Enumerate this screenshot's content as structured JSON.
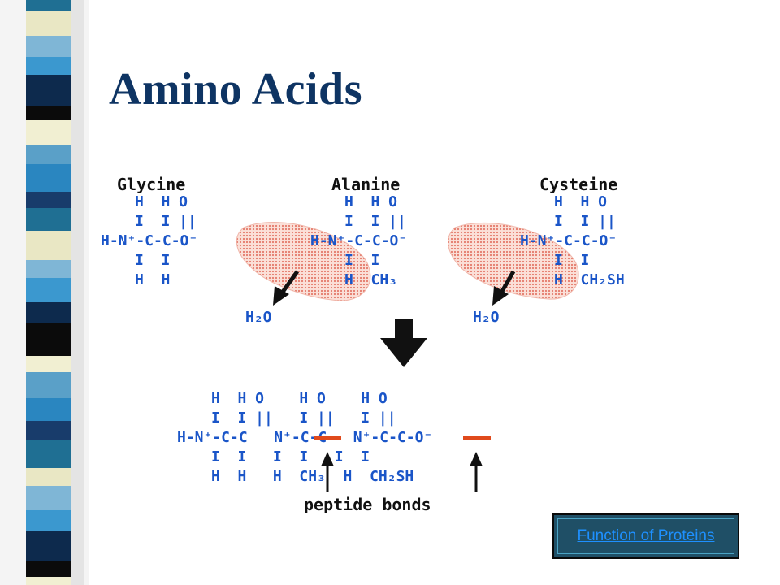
{
  "title": "Amino Acids",
  "reactants": [
    {
      "name": "Glycine",
      "rows": [
        "H  H O",
        "I  I ||",
        "H-N⁺-C-C-O⁻",
        "I  I",
        "H  H"
      ]
    },
    {
      "name": "Alanine",
      "rows": [
        "H  H O",
        "I  I ||",
        "H-N⁺-C-C-O⁻",
        "I  I",
        "H  CH₃"
      ]
    },
    {
      "name": "Cysteine",
      "rows": [
        "H  H O",
        "I  I ||",
        "H-N⁺-C-C-O⁻",
        "I  I",
        "H  CH₂SH"
      ]
    }
  ],
  "water_labels": [
    "H₂O",
    "H₂O"
  ],
  "product": {
    "rows": [
      "H  H O    H O    H O",
      "I  I ||   I ||   I ||",
      "H-N⁺-C-C   N⁺-C-C   N⁺-C-C-O⁻",
      "I  I   I  I   I  I",
      "H  H   H  CH₃  H  CH₂SH"
    ],
    "caption": "peptide bonds"
  },
  "colors": {
    "title": "#0e3463",
    "atoms": "#1a55c8",
    "peptide_bond": "#e04a1c",
    "water_blob": "#f4a79a",
    "link": "#1e90ff"
  },
  "link": {
    "label": "Function of Proteins"
  }
}
